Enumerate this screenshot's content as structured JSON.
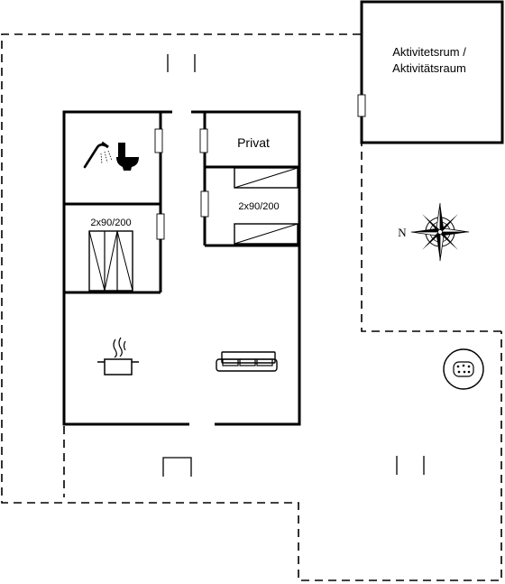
{
  "rooms": {
    "activity_line1": "Aktivitetsrum /",
    "activity_line2": "Aktivitätsraum",
    "private": "Privat",
    "bunk_left": "2x90/200",
    "bunk_right": "2x90/200"
  },
  "compass": {
    "north": "N"
  },
  "icons": [
    "shower-icon",
    "toilet-icon",
    "bunk-bed-icon",
    "cooking-pot-icon",
    "sofa-icon",
    "whirlpool-icon",
    "compass-rose-icon",
    "terrace-bench-icon"
  ]
}
